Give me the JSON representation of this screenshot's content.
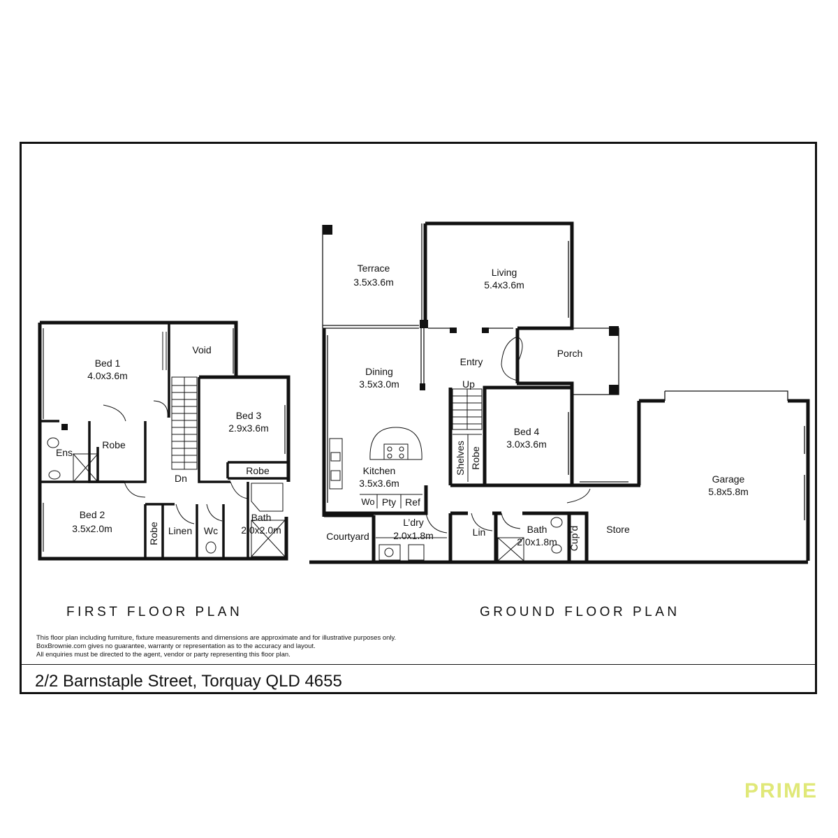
{
  "first_floor": {
    "title": "FIRST FLOOR PLAN",
    "rooms": {
      "bed1": {
        "name": "Bed 1",
        "dims": "4.0x3.6m"
      },
      "void": {
        "name": "Void"
      },
      "bed3": {
        "name": "Bed 3",
        "dims": "2.9x3.6m"
      },
      "robe_main": {
        "name": "Robe"
      },
      "ens": {
        "name": "Ens"
      },
      "dn": {
        "name": "Dn"
      },
      "robe_bed3": {
        "name": "Robe"
      },
      "bed2": {
        "name": "Bed 2",
        "dims": "3.5x2.0m"
      },
      "robe_bed2": {
        "name": "Robe"
      },
      "linen": {
        "name": "Linen"
      },
      "wc": {
        "name": "Wc"
      },
      "bath": {
        "name": "Bath",
        "dims": "2.0x2.0m"
      }
    }
  },
  "ground_floor": {
    "title": "GROUND FLOOR PLAN",
    "rooms": {
      "terrace": {
        "name": "Terrace",
        "dims": "3.5x3.6m"
      },
      "living": {
        "name": "Living",
        "dims": "5.4x3.6m"
      },
      "dining": {
        "name": "Dining",
        "dims": "3.5x3.0m"
      },
      "entry": {
        "name": "Entry"
      },
      "porch": {
        "name": "Porch"
      },
      "up": {
        "name": "Up"
      },
      "bed4": {
        "name": "Bed 4",
        "dims": "3.0x3.6m"
      },
      "shelves": {
        "name": "Shelves"
      },
      "robe": {
        "name": "Robe"
      },
      "kitchen": {
        "name": "Kitchen",
        "dims": "3.5x3.6m"
      },
      "wo": {
        "name": "Wo"
      },
      "pty": {
        "name": "Pty"
      },
      "ref": {
        "name": "Ref"
      },
      "garage": {
        "name": "Garage",
        "dims": "5.8x5.8m"
      },
      "courtyard": {
        "name": "Courtyard"
      },
      "ldry": {
        "name": "L’dry",
        "dims": "2.0x1.8m"
      },
      "lin": {
        "name": "Lin"
      },
      "bath": {
        "name": "Bath",
        "dims": "2.0x1.8m"
      },
      "cupd": {
        "name": "Cup’d"
      },
      "store": {
        "name": "Store"
      }
    }
  },
  "disclaimer": [
    "This floor plan including furniture, fixture measurements and dimensions are approximate and for illustrative purposes only.",
    "BoxBrownie.com gives no guarantee, warranty or representation as to the accuracy and layout.",
    "All enquiries must be directed to the agent, vendor or party representing this floor plan."
  ],
  "address": "2/2 Barnstaple Street, Torquay QLD 4655",
  "brand": "PRIME",
  "colors": {
    "wall": "#111111",
    "brand": "#e0e878"
  }
}
